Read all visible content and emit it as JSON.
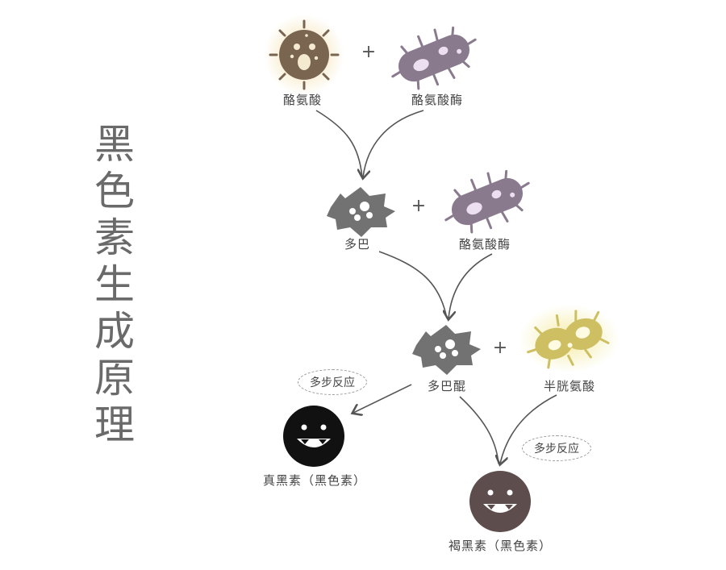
{
  "title": [
    "黑",
    "色",
    "素",
    "生",
    "成",
    "原",
    "理"
  ],
  "labels": {
    "tyrosine": "酪氨酸",
    "tyrosinase_1": "酪氨酸酶",
    "dopa": "多巴",
    "tyrosinase_2": "酪氨酸酶",
    "dopaquinone": "多巴醌",
    "cysteine": "半胱氨酸",
    "eumelanin": "真黑素（黑色素）",
    "pheomelanin": "褐黑素（黑色素）"
  },
  "plus_sign": "+",
  "reaction_note": "多步反应",
  "colors": {
    "tyrosine": "#7a6550",
    "tyrosine_glow": "#f3dca0",
    "enzyme": "#8a7a8e",
    "dopa": "#727272",
    "cysteine": "#cdbf62",
    "cysteine_glow": "#f4eba0",
    "eumelanin": "#111111",
    "pheomelanin": "#5e4d4d",
    "arrow": "#555555",
    "title": "#6a6a6a"
  },
  "icons": [
    "sun-germ-icon",
    "bacillus-icon",
    "spiky-cell-icon",
    "peanut-germ-icon",
    "vampire-face-icon"
  ]
}
